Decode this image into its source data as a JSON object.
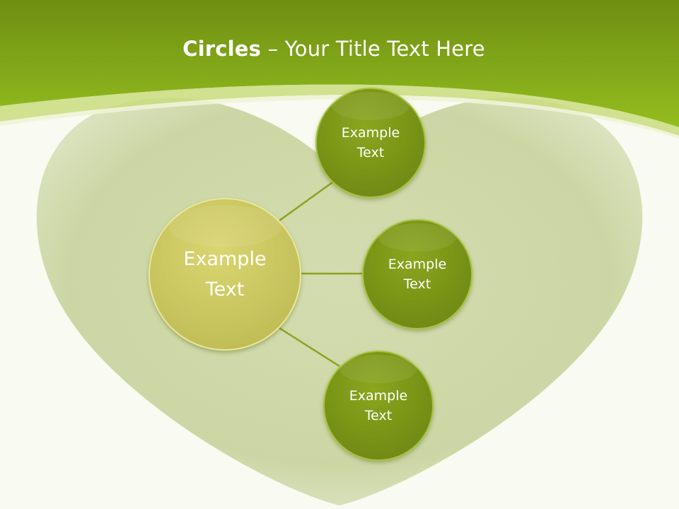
{
  "slide": {
    "title_bold": "Circles",
    "title_rest": " – Your Title Text Here"
  },
  "diagram": {
    "center": {
      "label": "Example\nText"
    },
    "satellites": [
      {
        "label": "Example\nText"
      },
      {
        "label": "Example\nText"
      },
      {
        "label": "Example\nText"
      }
    ]
  },
  "colors": {
    "header_green": "#8ab31f",
    "header_dark": "#6c8c12",
    "center_fill": "#d0cc68",
    "satellite_fill": "#7e9a18",
    "connector": "#8aa320",
    "heart": "#cfd9a8"
  }
}
